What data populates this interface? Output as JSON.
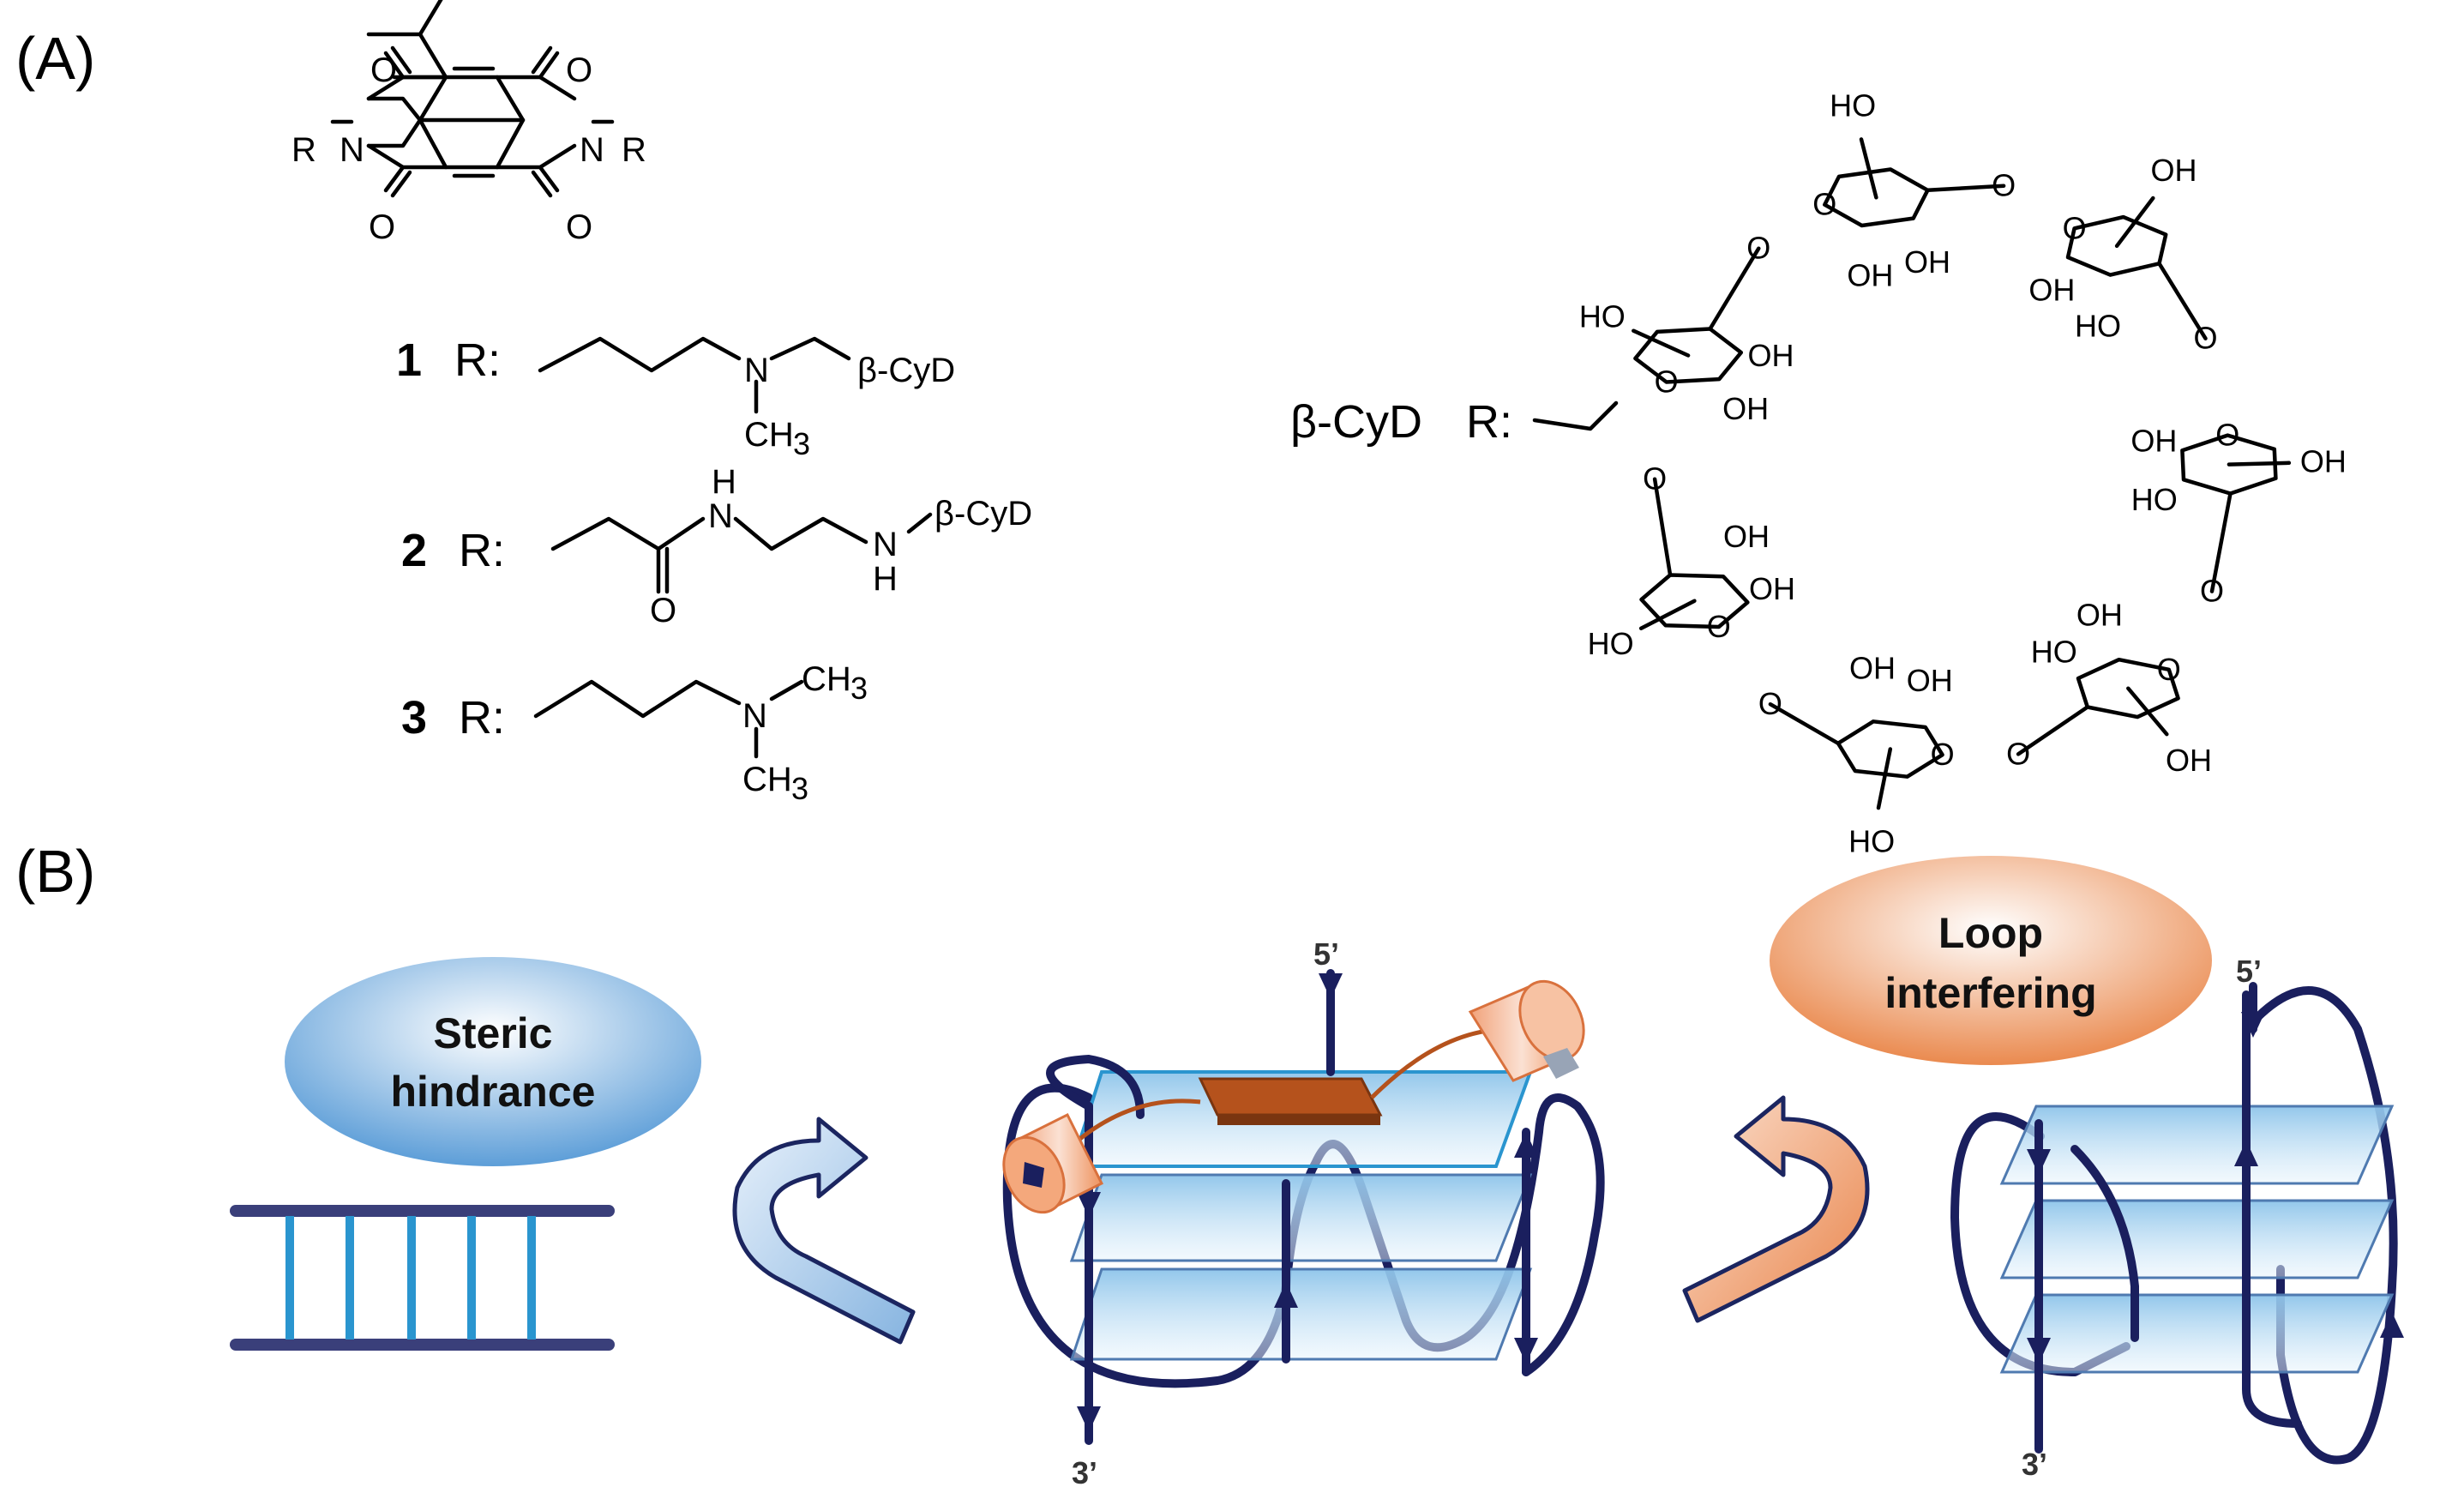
{
  "panels": {
    "a": "(A)",
    "b": "(B)"
  },
  "ndi": {
    "r_left": "R",
    "r_right": "R",
    "n_left": "N",
    "n_right": "N",
    "o": "O"
  },
  "substituents": [
    {
      "number": "1",
      "r_label": "R:",
      "amine": "N",
      "methyl": "CH",
      "methyl_sub": "3",
      "cyd": "β-CyD"
    },
    {
      "number": "2",
      "r_label": "R:",
      "amide_h": "H",
      "amide_n": "N",
      "amine_n": "N",
      "amine_h": "H",
      "carbonyl_o": "O",
      "cyd": "β-CyD"
    },
    {
      "number": "3",
      "r_label": "R:",
      "amine": "N",
      "methyl_top": "CH",
      "methyl_bottom": "CH",
      "methyl_sub": "3"
    }
  ],
  "cyd": {
    "label": "β-CyD",
    "r_label": "R:",
    "oh": "OH",
    "ho": "HO",
    "o": "O"
  },
  "scheme": {
    "steric": [
      "Steric",
      "hindrance"
    ],
    "loop": [
      "Loop",
      "interfering"
    ],
    "five_prime": "5’",
    "three_prime": "3’"
  },
  "colors": {
    "strand": "#1a1f5e",
    "plane": "#8fc6ea",
    "ligand": "#b5521c",
    "blue_arrow": "#a9c9e8",
    "orange_arrow": "#f0a172"
  }
}
